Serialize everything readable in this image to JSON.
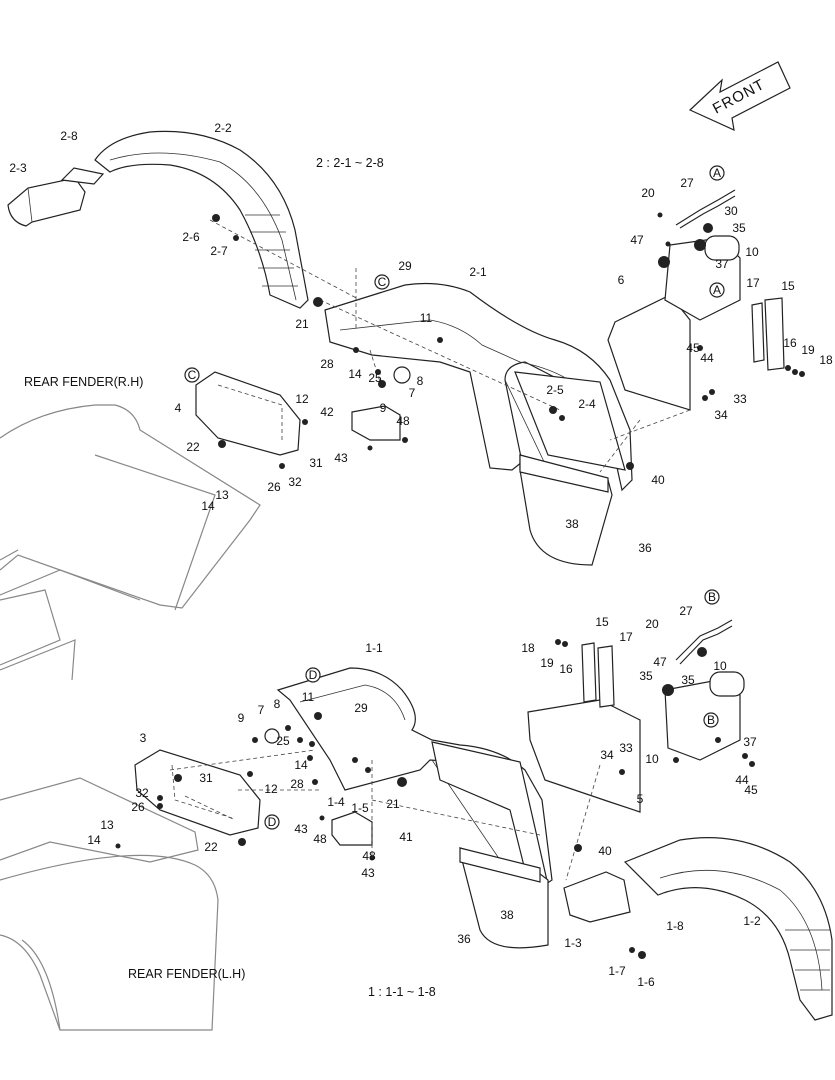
{
  "direction_label": "FRONT",
  "captions": {
    "rh_title": "REAR FENDER(R.H)",
    "lh_title": "REAR FENDER(L.H)",
    "group_2": "2 : 2-1 ~ 2-8",
    "group_1": "1 : 1-1 ~ 1-8"
  },
  "rh_labels": [
    "2-3",
    "2-8",
    "2-2",
    "2-6",
    "2-7",
    "29",
    "21",
    "11",
    "28",
    "14",
    "25",
    "8",
    "9",
    "7",
    "42",
    "48",
    "43",
    "2-5",
    "2-4",
    "2-1",
    "4",
    "12",
    "22",
    "31",
    "26",
    "32",
    "13",
    "14",
    "40",
    "38",
    "36",
    "20",
    "27",
    "30",
    "47",
    "35",
    "37",
    "10",
    "6",
    "17",
    "15",
    "16",
    "19",
    "18",
    "45",
    "44",
    "33",
    "34"
  ],
  "lh_labels": [
    "18",
    "19",
    "16",
    "15",
    "17",
    "20",
    "27",
    "35",
    "47",
    "10",
    "35",
    "37",
    "33",
    "34",
    "44",
    "45",
    "5",
    "1-1",
    "8",
    "11",
    "29",
    "9",
    "7",
    "25",
    "14",
    "28",
    "3",
    "31",
    "12",
    "32",
    "26",
    "13",
    "14",
    "22",
    "1-4",
    "1-5",
    "21",
    "43",
    "48",
    "41",
    "48",
    "43",
    "40",
    "38",
    "36",
    "1-3",
    "1-8",
    "1-2",
    "1-7",
    "1-6",
    "10"
  ],
  "callouts": {
    "a": "A",
    "b": "B",
    "c": "C",
    "d": "D"
  }
}
